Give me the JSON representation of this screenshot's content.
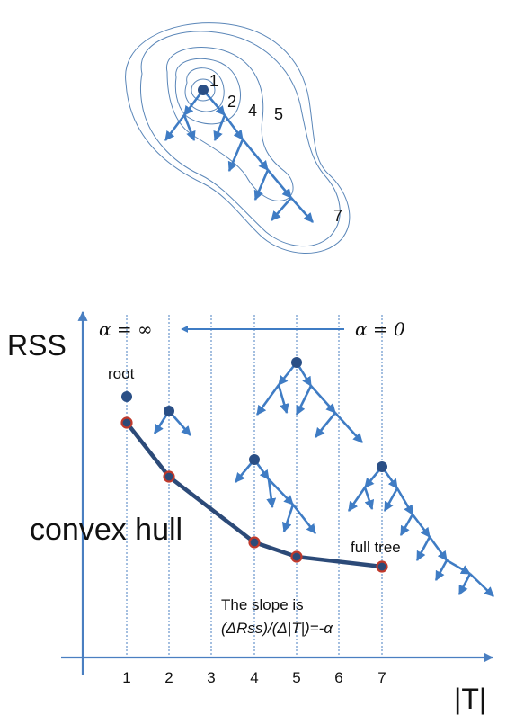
{
  "contour_figure": {
    "contour_labels": [
      "1",
      "2",
      "4",
      "5",
      "7"
    ]
  },
  "plot": {
    "y_axis_label": "RSS",
    "x_axis_label": "|T|",
    "x_ticks": [
      "1",
      "2",
      "3",
      "4",
      "5",
      "6",
      "7"
    ],
    "alpha_left": "α = ∞",
    "alpha_right": "α = 0",
    "root_label": "root",
    "full_tree_label": "full tree",
    "convex_hull_label": "convex hull",
    "slope_line1": "The slope is",
    "slope_line2": "(ΔRss)/(Δ|T|)=-α"
  },
  "colors": {
    "tree": "#3f7cc4",
    "node": "#2a4f86",
    "hull": "#2c4a78",
    "hull_point": "#c0392b",
    "axis": "#4a7fc1",
    "contour": "#5a86b8"
  }
}
